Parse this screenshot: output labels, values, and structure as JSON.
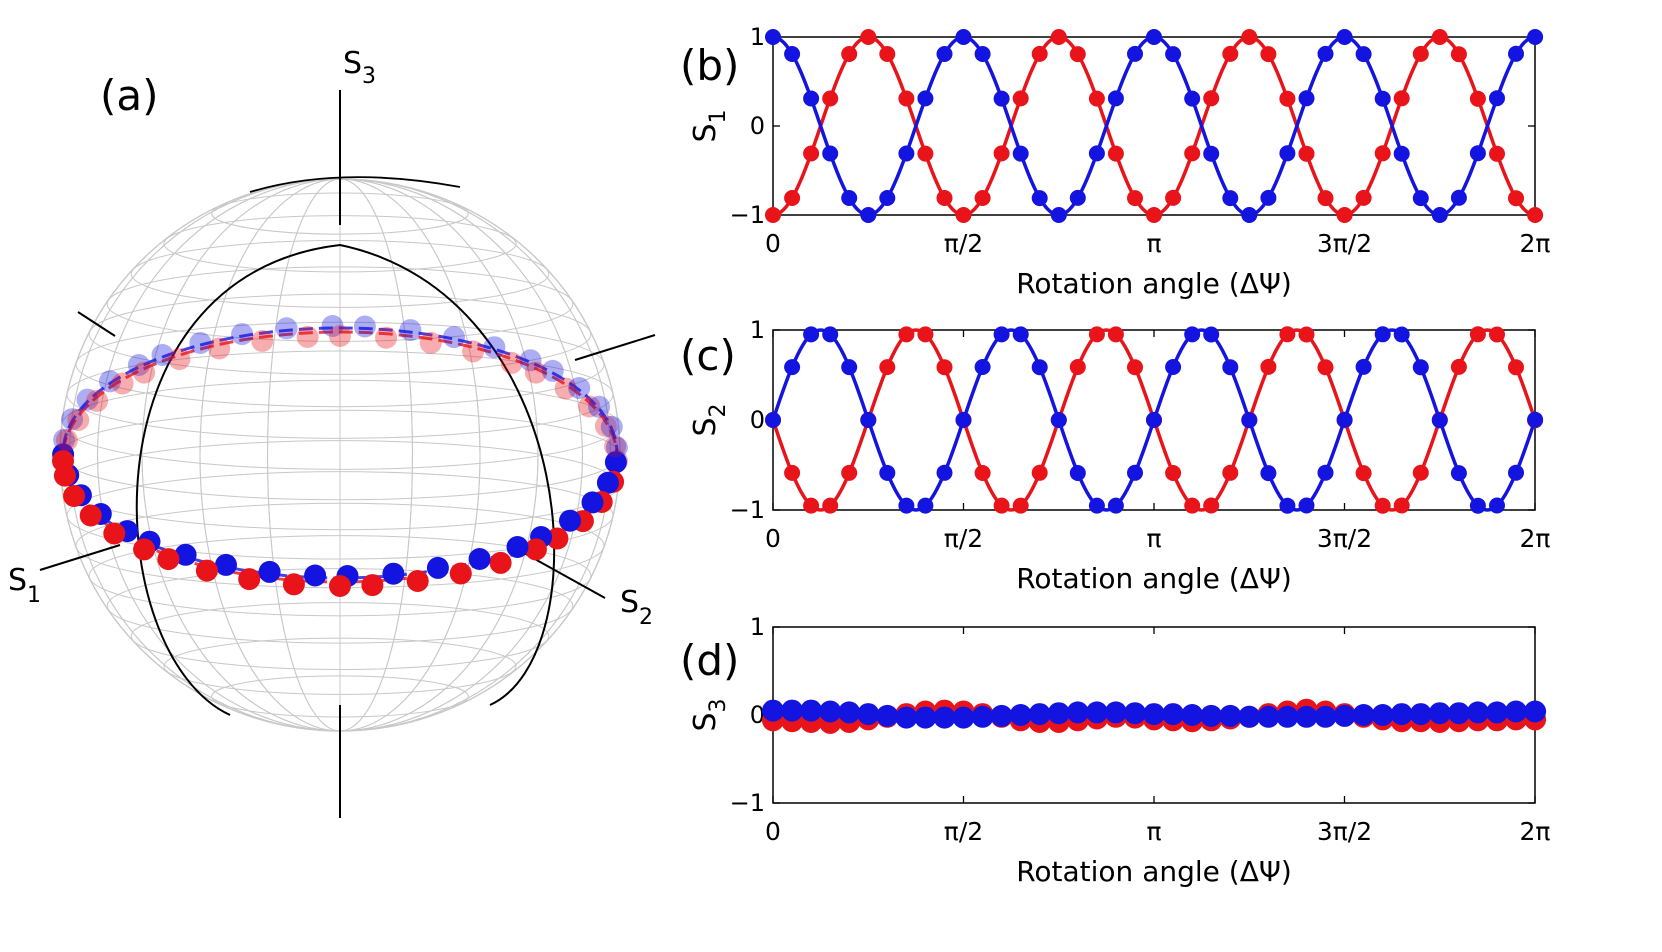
{
  "colors": {
    "series_a": "#e8141a",
    "series_b": "#1414e0",
    "axis": "#000000",
    "sphere_grid": "#c8c8c8"
  },
  "panel_labels": {
    "a": "(a)",
    "b": "(b)",
    "c": "(c)",
    "d": "(d)"
  },
  "sphere": {
    "axis_labels": {
      "s1": "S",
      "s1_sub": "1",
      "s2": "S",
      "s2_sub": "2",
      "s3": "S",
      "s3_sub": "3"
    }
  },
  "chart_data": [
    {
      "panel": "b",
      "type": "line",
      "xlabel": "Rotation angle (ΔΨ)",
      "ylabel": "S",
      "ylabel_sub": "1",
      "xlim": [
        0,
        6.2832
      ],
      "ylim": [
        -1,
        1
      ],
      "xticks": [
        {
          "v": 0,
          "label": "0"
        },
        {
          "v": 1.5708,
          "label": "π/2"
        },
        {
          "v": 3.1416,
          "label": "π"
        },
        {
          "v": 4.7124,
          "label": "3π/2"
        },
        {
          "v": 6.2832,
          "label": "2π"
        }
      ],
      "yticks": [
        {
          "v": -1,
          "label": "−1"
        },
        {
          "v": 0,
          "label": "0"
        },
        {
          "v": 1,
          "label": "1"
        }
      ],
      "grid": false,
      "series": [
        {
          "color": "#e8141a",
          "curve": {
            "func": "cos",
            "amp": -1,
            "freq": 4,
            "phase": 0,
            "offset": 0
          },
          "points_step": 0.1571,
          "points_count": 41
        },
        {
          "color": "#1414e0",
          "curve": {
            "func": "cos",
            "amp": 1,
            "freq": 4,
            "phase": 0,
            "offset": 0
          },
          "points_step": 0.1571,
          "points_count": 41
        }
      ]
    },
    {
      "panel": "c",
      "type": "line",
      "xlabel": "Rotation angle (ΔΨ)",
      "ylabel": "S",
      "ylabel_sub": "2",
      "xlim": [
        0,
        6.2832
      ],
      "ylim": [
        -1,
        1
      ],
      "xticks": [
        {
          "v": 0,
          "label": "0"
        },
        {
          "v": 1.5708,
          "label": "π/2"
        },
        {
          "v": 3.1416,
          "label": "π"
        },
        {
          "v": 4.7124,
          "label": "3π/2"
        },
        {
          "v": 6.2832,
          "label": "2π"
        }
      ],
      "yticks": [
        {
          "v": -1,
          "label": "−1"
        },
        {
          "v": 0,
          "label": "0"
        },
        {
          "v": 1,
          "label": "1"
        }
      ],
      "grid": false,
      "series": [
        {
          "color": "#e8141a",
          "curve": {
            "func": "sin",
            "amp": -1,
            "freq": 4,
            "phase": 0,
            "offset": 0
          },
          "points_step": 0.1571,
          "points_count": 41
        },
        {
          "color": "#1414e0",
          "curve": {
            "func": "sin",
            "amp": 1,
            "freq": 4,
            "phase": 0,
            "offset": 0
          },
          "points_step": 0.1571,
          "points_count": 41
        }
      ]
    },
    {
      "panel": "d",
      "type": "scatter",
      "xlabel": "Rotation angle (ΔΨ)",
      "ylabel": "S",
      "ylabel_sub": "3",
      "xlim": [
        0,
        6.2832
      ],
      "ylim": [
        -1,
        1
      ],
      "xticks": [
        {
          "v": 0,
          "label": "0"
        },
        {
          "v": 1.5708,
          "label": "π/2"
        },
        {
          "v": 3.1416,
          "label": "π"
        },
        {
          "v": 4.7124,
          "label": "3π/2"
        },
        {
          "v": 6.2832,
          "label": "2π"
        }
      ],
      "yticks": [
        {
          "v": -1,
          "label": "−1"
        },
        {
          "v": 0,
          "label": "0"
        },
        {
          "v": 1,
          "label": "1"
        }
      ],
      "grid": false,
      "series": [
        {
          "color": "#e8141a",
          "x_step": 0.1571,
          "y": [
            -0.06,
            -0.07,
            -0.08,
            -0.09,
            -0.08,
            -0.05,
            -0.02,
            0.01,
            0.04,
            0.05,
            0.04,
            0.01,
            -0.02,
            -0.06,
            -0.08,
            -0.08,
            -0.06,
            -0.04,
            -0.02,
            -0.03,
            -0.05,
            -0.06,
            -0.07,
            -0.06,
            -0.04,
            -0.02,
            0.01,
            0.04,
            0.06,
            0.04,
            0.01,
            -0.02,
            -0.05,
            -0.07,
            -0.07,
            -0.08,
            -0.07,
            -0.06,
            -0.06,
            -0.05,
            -0.05
          ]
        },
        {
          "color": "#1414e0",
          "x_step": 0.1571,
          "y": [
            0.05,
            0.05,
            0.05,
            0.04,
            0.03,
            0.01,
            -0.01,
            -0.03,
            -0.03,
            -0.03,
            -0.03,
            -0.02,
            -0.01,
            0.0,
            0.01,
            0.02,
            0.03,
            0.03,
            0.03,
            0.02,
            0.01,
            0.01,
            0.0,
            -0.01,
            -0.01,
            -0.02,
            -0.02,
            -0.02,
            -0.02,
            -0.02,
            -0.01,
            0.0,
            0.0,
            0.01,
            0.01,
            0.02,
            0.02,
            0.03,
            0.03,
            0.04,
            0.04
          ]
        }
      ]
    }
  ]
}
